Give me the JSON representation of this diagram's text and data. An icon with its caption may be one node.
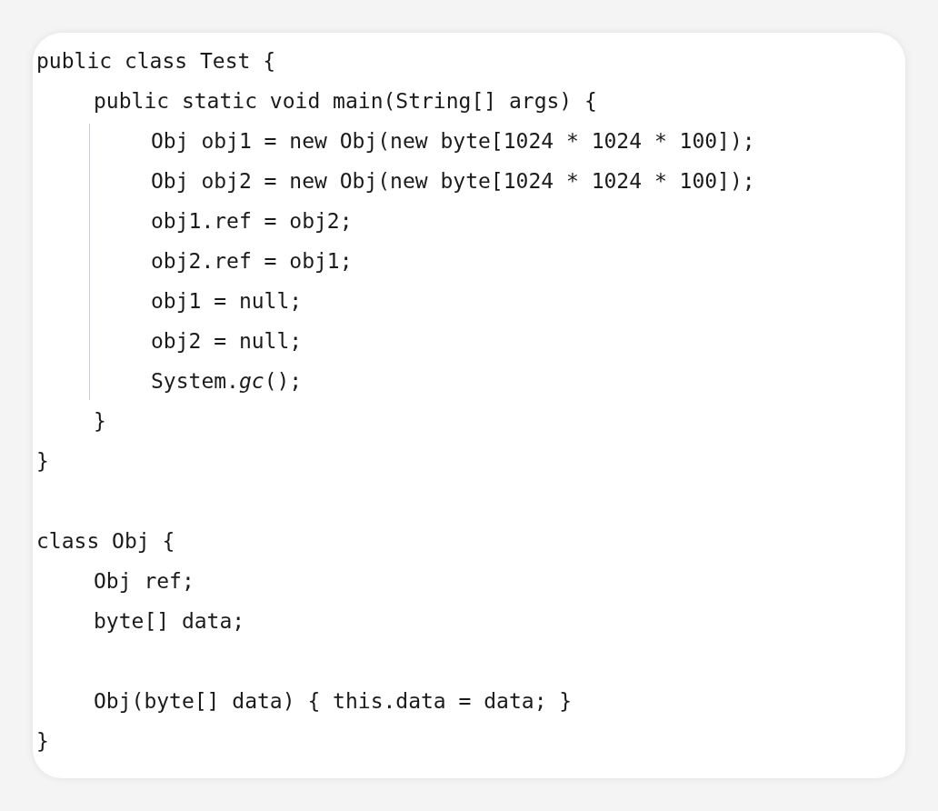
{
  "diagram": {
    "labels": [
      "public class Test {",
      "public static void main(String[] args) {",
      "Obj obj1 = new Obj(new byte[1024 * 1024 * 100]);",
      "Obj obj2 = new Obj(new byte[1024 * 1024 * 100]);",
      "obj1.ref = obj2;",
      "obj2.ref = obj1;",
      "obj1 = null;",
      "obj2 = null;",
      "System.*gc*();",
      "}",
      "}",
      "class Obj {",
      "Obj ref;",
      "byte[] data;",
      "Obj(byte[] data) { this.data = data; }",
      "}"
    ]
  }
}
